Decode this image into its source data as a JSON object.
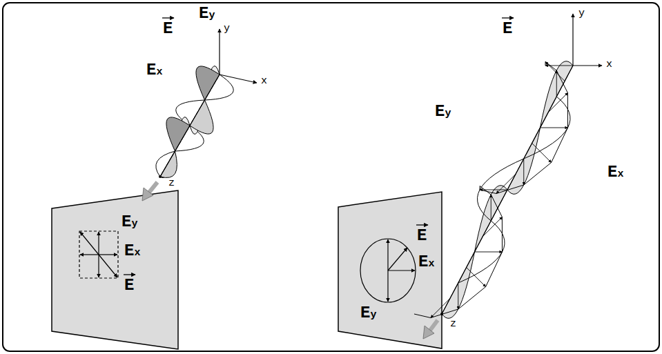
{
  "diagram": {
    "labels": [
      "E",
      "Ey",
      "y",
      "x",
      "Ex",
      "z",
      "Ey",
      "Ex",
      "E",
      "E",
      "y",
      "x",
      "Ey",
      "Ex",
      "z",
      "E",
      "Ex",
      "Ey"
    ]
  }
}
